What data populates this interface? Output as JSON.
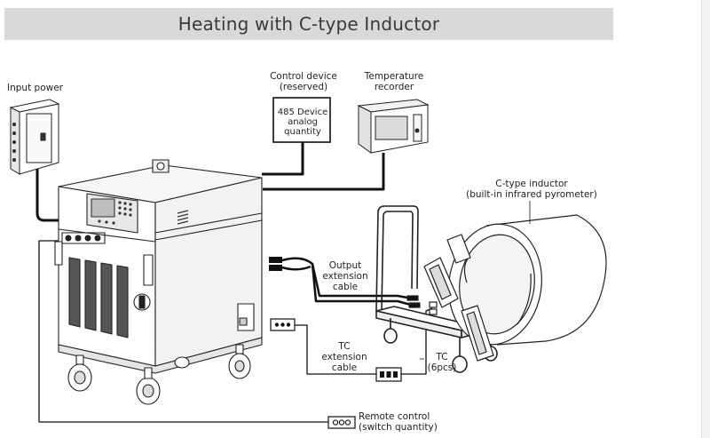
{
  "title": "Heating with C-type Inductor",
  "labels": {
    "input_power": "Input power",
    "control_device": "Control device\n(reserved)",
    "control_box_text": "485 Device\nanalog\nquantity",
    "temperature_recorder": "Temperature\nrecorder",
    "c_type_inductor": "C-type inductor\n(built-in infrared pyrometer)",
    "output_cable": "Output\nextension\ncable",
    "tc_cable": "TC\nextension\ncable",
    "tc_count": "TC\n(6pcs)",
    "remote_control": "Remote control\n(switch quantity)"
  }
}
